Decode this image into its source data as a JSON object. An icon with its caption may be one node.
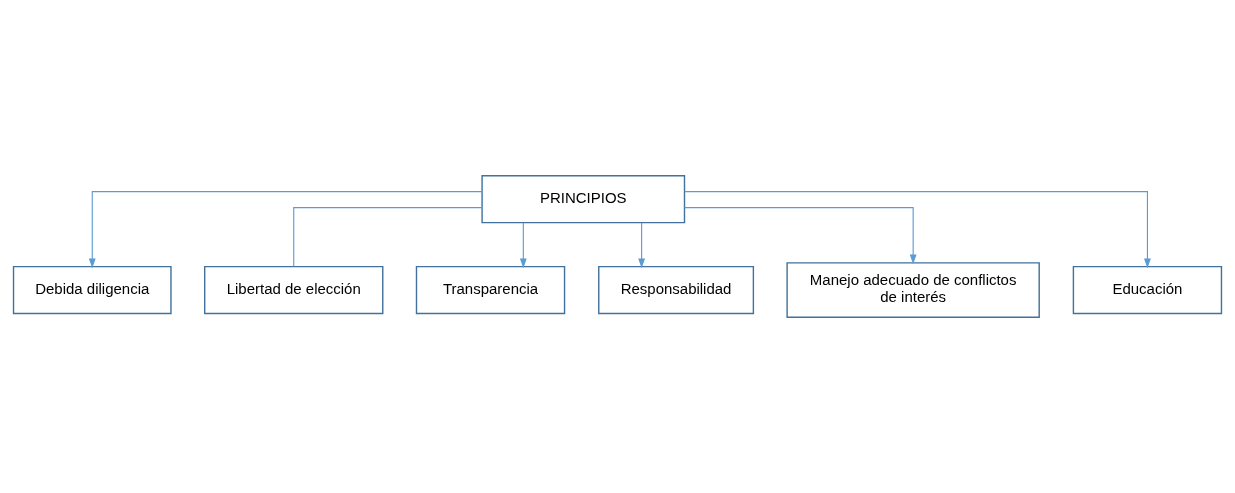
{
  "diagram": {
    "nodes": [
      {
        "text": [
          "PRINCIPIOS"
        ]
      },
      {
        "text": [
          "Debida diligencia"
        ]
      },
      {
        "text": [
          "Libertad de elección"
        ]
      },
      {
        "text": [
          "Transparencia"
        ]
      },
      {
        "text": [
          "Responsabilidad"
        ]
      },
      {
        "text": [
          "Manejo adecuado de conflictos de interés"
        ]
      },
      {
        "text": [
          "Educación"
        ]
      }
    ],
    "edges": [
      {
        "from": 0,
        "to": 1,
        "arrow": "to"
      },
      {
        "from": 0,
        "to": 4,
        "arrow": "to"
      },
      {
        "from": 0,
        "to": 2,
        "arrow": "none"
      },
      {
        "from": 0,
        "to": 5,
        "arrow": "to"
      },
      {
        "from": 0,
        "to": 6,
        "arrow": "to"
      },
      {
        "from": 0,
        "to": 3,
        "arrow": "to"
      }
    ]
  }
}
